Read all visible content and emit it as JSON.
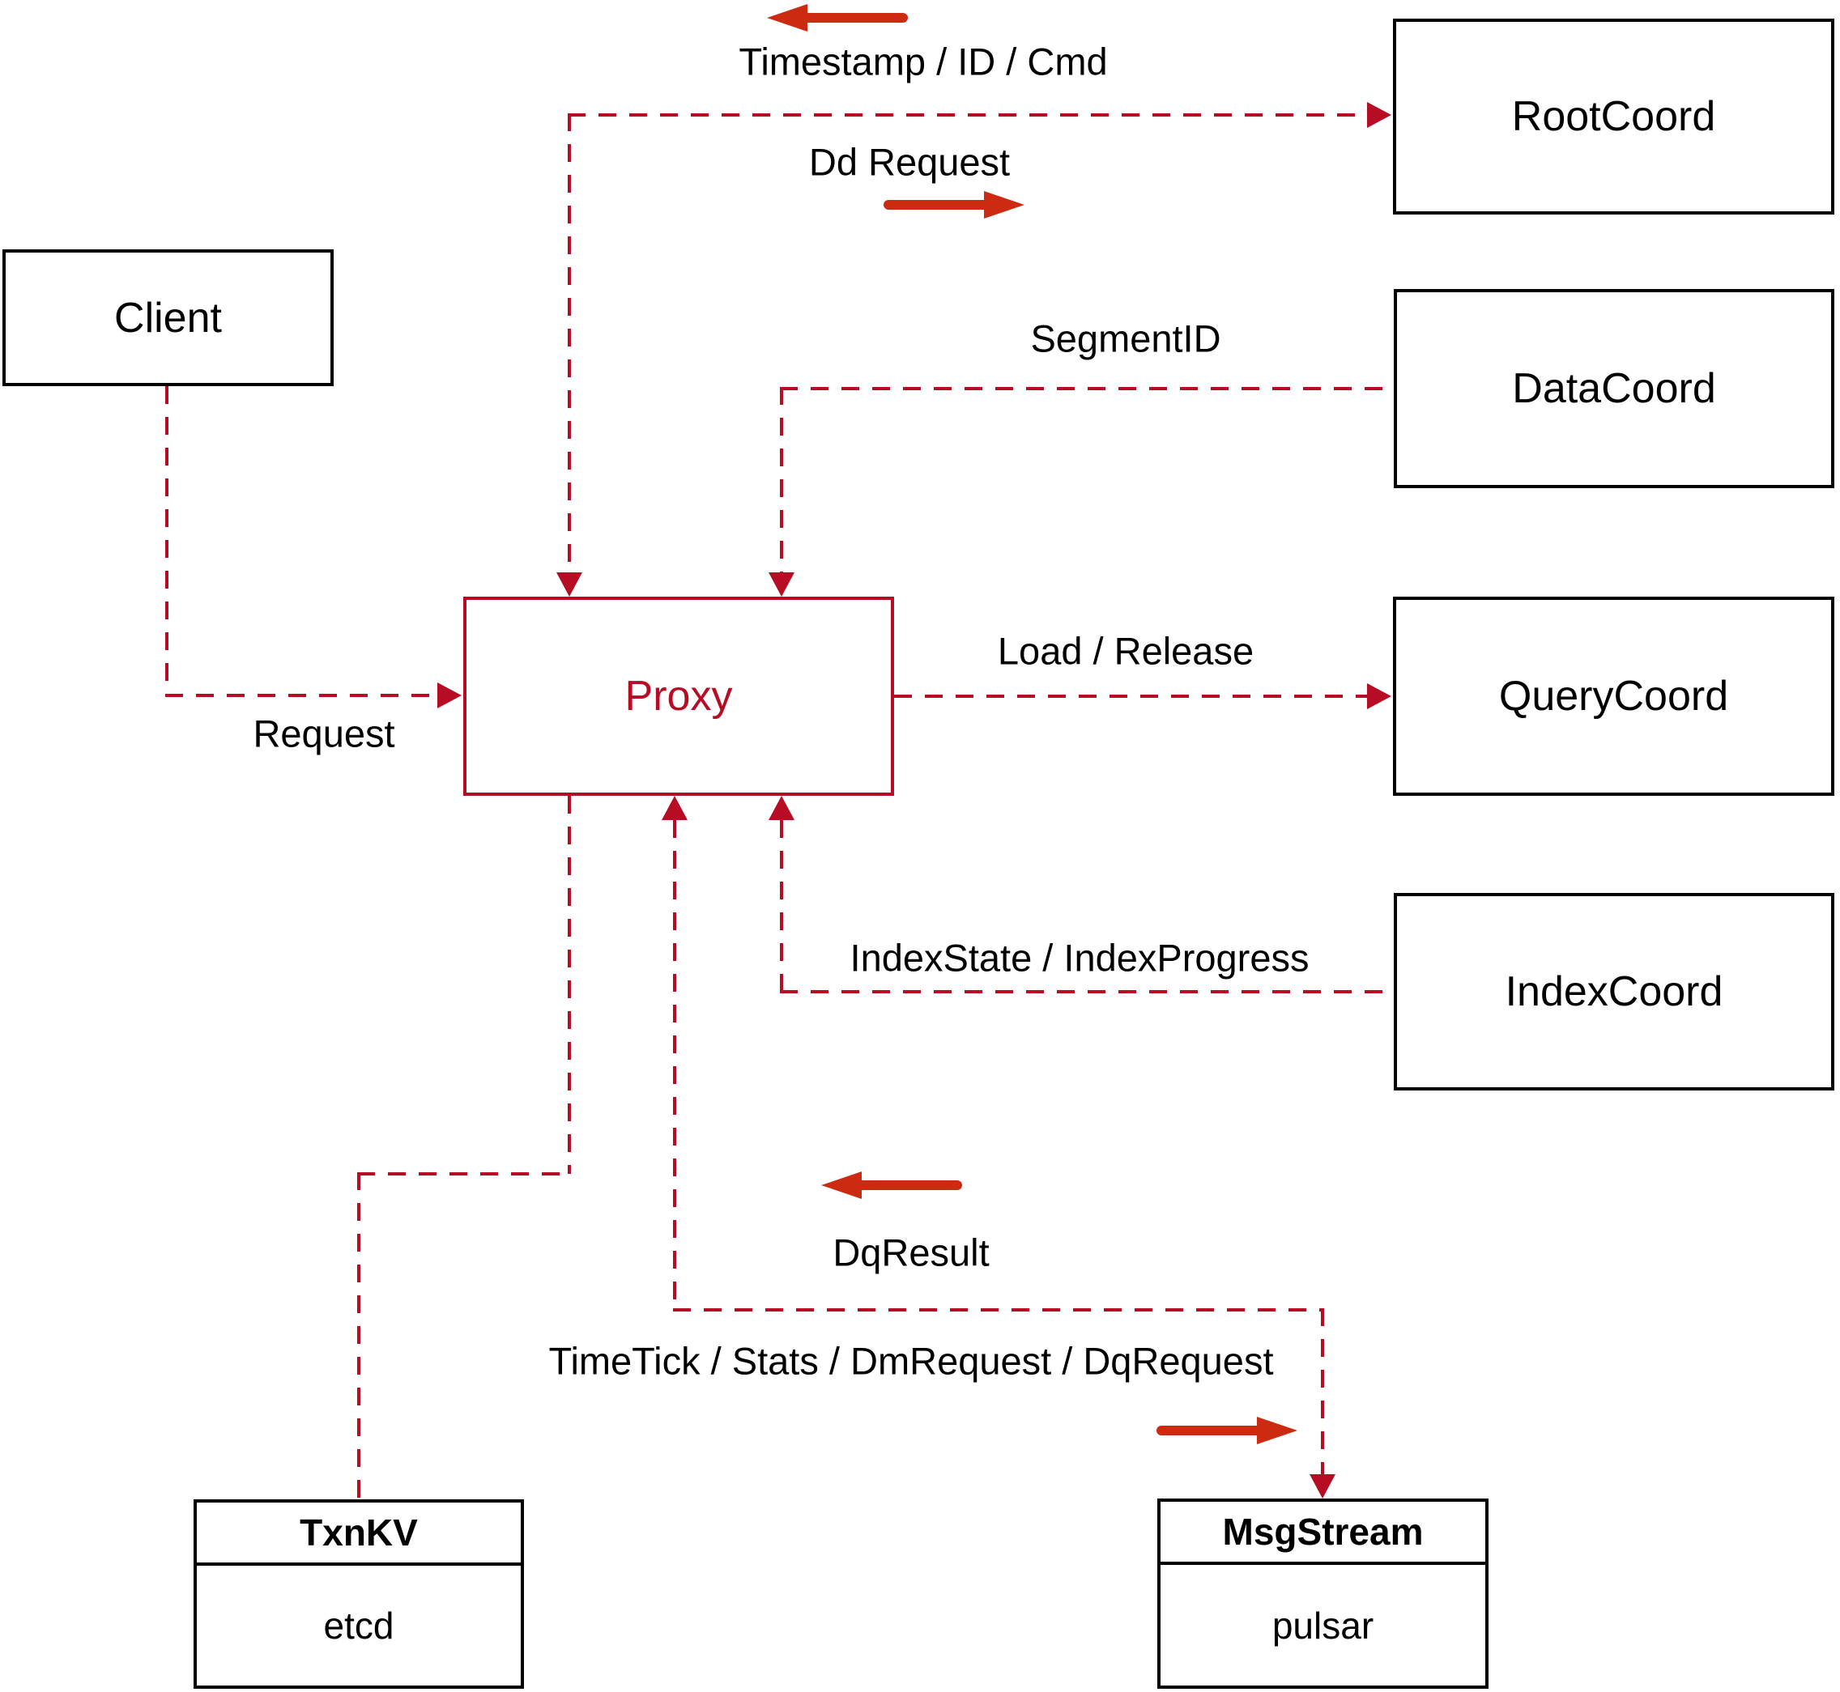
{
  "diagram": {
    "nodes": {
      "client": {
        "label": "Client"
      },
      "root_coord": {
        "label": "RootCoord"
      },
      "data_coord": {
        "label": "DataCoord"
      },
      "query_coord": {
        "label": "QueryCoord"
      },
      "index_coord": {
        "label": "IndexCoord"
      },
      "proxy": {
        "label": "Proxy"
      },
      "txn_kv": {
        "title": "TxnKV",
        "impl": "etcd"
      },
      "msg_stream": {
        "title": "MsgStream",
        "impl": "pulsar"
      }
    },
    "edges": {
      "request": {
        "label": "Request"
      },
      "timestamp_id_cmd": {
        "label": "Timestamp / ID / Cmd"
      },
      "dd_request": {
        "label": "Dd Request"
      },
      "segment_id": {
        "label": "SegmentID"
      },
      "load_release": {
        "label": "Load / Release"
      },
      "index_state": {
        "label": "IndexState / IndexProgress"
      },
      "dq_result": {
        "label": "DqResult"
      },
      "time_tick": {
        "label": "TimeTick / Stats / DmRequest / DqRequest"
      }
    },
    "colors": {
      "dashed_line": "#b60d25",
      "solid_arrow": "#cc2b12",
      "box_border": "#000000",
      "label_text": "#000000"
    }
  }
}
